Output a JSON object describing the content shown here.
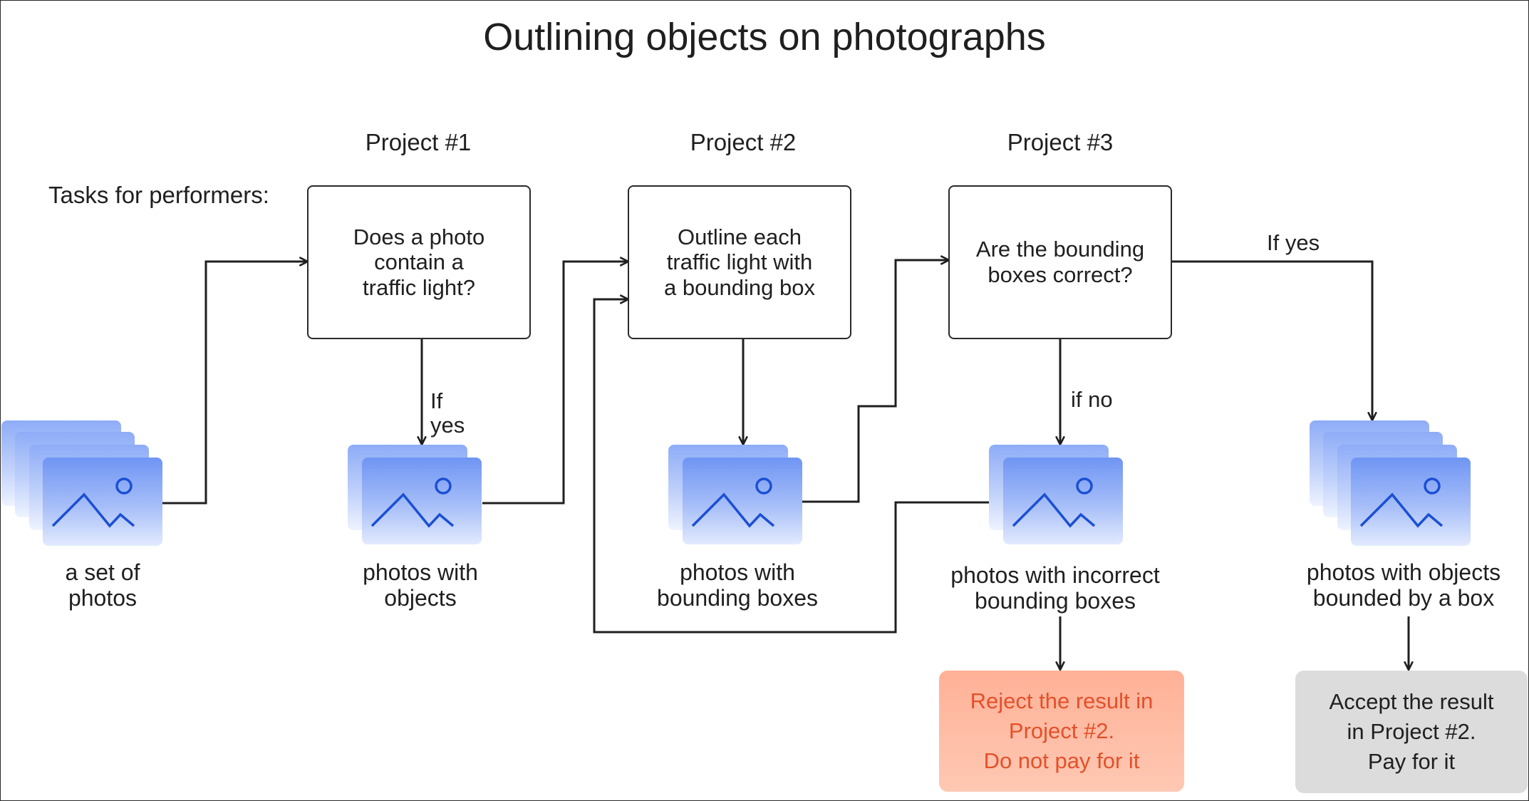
{
  "title": "Outlining objects on photographs",
  "tasks_label": "Tasks for performers:",
  "projects": [
    {
      "heading": "Project #1",
      "task": "Does a photo\ncontain a\ntraffic light?"
    },
    {
      "heading": "Project #2",
      "task": "Outline each\ntraffic light with\na bounding box"
    },
    {
      "heading": "Project #3",
      "task": "Are the bounding\nboxes correct?"
    }
  ],
  "photo_sets": [
    {
      "label": "a set of\nphotos",
      "icon": "photo-stack-icon"
    },
    {
      "label": "photos with\nobjects",
      "icon": "photo-stack-icon"
    },
    {
      "label": "photos with\nbounding boxes",
      "icon": "photo-stack-icon"
    },
    {
      "label": "photos with incorrect\nbounding boxes",
      "icon": "photo-stack-icon"
    },
    {
      "label": "photos with objects\nbounded by a box",
      "icon": "photo-stack-icon"
    }
  ],
  "edge_labels": {
    "p1_yes": "If\nyes",
    "p3_no": "if no",
    "p3_yes": "If yes"
  },
  "outcomes": {
    "reject": "Reject the result in\nProject #2.\nDo not pay for it",
    "accept": "Accept the result\nin Project #2.\nPay for it"
  },
  "colors": {
    "line": "#1f1f1f",
    "photo_blue": "#6f95f4",
    "reject_bg": "#ffb99f",
    "reject_text": "#e4502a",
    "accept_bg": "#dcdcdc"
  }
}
